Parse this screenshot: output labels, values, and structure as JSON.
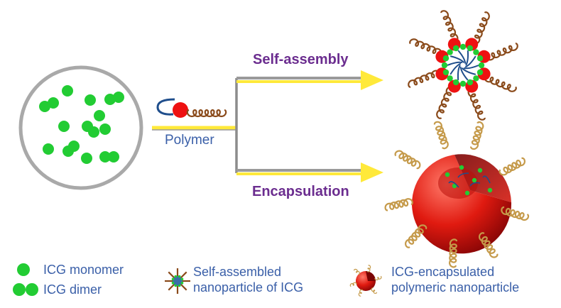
{
  "colors": {
    "route_text": "#6b2d8f",
    "legend_text": "#3a5fa8",
    "polymer_text": "#3a5fa8",
    "icg": "#22cc33",
    "head": "#ee1111",
    "tail": "#8a4a1a",
    "hydrophobic": "#1f4e8c",
    "arrow": "#ffe93a",
    "line": "#8c8c8c"
  },
  "diagram": {
    "polymer_label": "Polymer",
    "route_top_label": "Self-assembly",
    "route_bottom_label": "Encapsulation"
  },
  "legend": {
    "monomer": "ICG monomer",
    "dimer": "ICG dimer",
    "self_assembled_line1": "Self-assembled",
    "self_assembled_line2": "nanoparticle of ICG",
    "encapsulated_line1": "ICG-encapsulated",
    "encapsulated_line2": "polymeric nanoparticle"
  }
}
